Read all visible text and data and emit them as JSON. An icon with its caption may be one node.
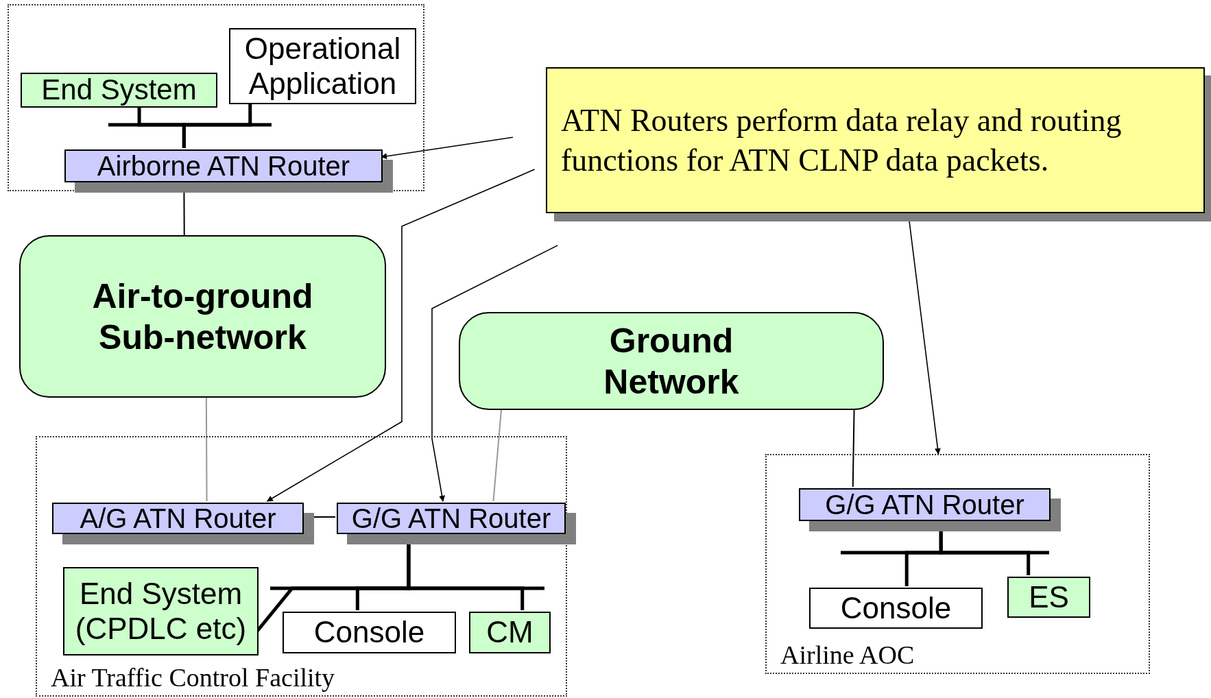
{
  "diagram": {
    "nodes": [
      {
        "text": [],
        "shape": "box"
      },
      {
        "text": [
          "End System"
        ],
        "in": 0
      },
      {
        "text": [
          "Operational Application"
        ],
        "in": 0
      },
      {
        "text": [
          "Airborne ATN Router"
        ],
        "in": 0
      },
      {
        "text": [
          "Air-to-ground Sub-network"
        ]
      },
      {
        "text": [
          "Ground Network"
        ]
      },
      {
        "text": [
          "Air Traffic Control Facility"
        ]
      },
      {
        "text": [
          "A/G ATN Router"
        ],
        "in": 6
      },
      {
        "text": [
          "G/G ATN Router"
        ],
        "in": 6
      },
      {
        "text": [
          "End System (CPDLC etc)"
        ],
        "in": 6
      },
      {
        "text": [
          "Console"
        ],
        "in": 6
      },
      {
        "text": [
          "CM"
        ],
        "in": 6
      },
      {
        "text": [
          "Airline AOC"
        ]
      },
      {
        "text": [
          "G/G ATN Router"
        ],
        "in": 12
      },
      {
        "text": [
          "Console"
        ],
        "in": 12
      },
      {
        "text": [
          "ES"
        ],
        "in": 12
      },
      {
        "text": [
          "ATN Routers perform data relay and routing functions for ATN CLNP data packets."
        ]
      }
    ],
    "edges": [
      {
        "from": 1,
        "to": 3,
        "arrow": "none",
        "style": "thick"
      },
      {
        "from": 2,
        "to": 3,
        "arrow": "none",
        "style": "thick"
      },
      {
        "from": 3,
        "to": 4,
        "arrow": "none"
      },
      {
        "from": 4,
        "to": 7,
        "arrow": "none",
        "color": "#999999"
      },
      {
        "from": 5,
        "to": 8,
        "arrow": "none",
        "color": "#999999"
      },
      {
        "from": 7,
        "to": 8,
        "arrow": "none"
      },
      {
        "from": 8,
        "to": 9,
        "arrow": "none",
        "style": "thick"
      },
      {
        "from": 8,
        "to": 10,
        "arrow": "none",
        "style": "thick"
      },
      {
        "from": 8,
        "to": 11,
        "arrow": "none",
        "style": "thick"
      },
      {
        "from": 5,
        "to": 13,
        "arrow": "none"
      },
      {
        "from": 13,
        "to": 14,
        "arrow": "none",
        "style": "thick"
      },
      {
        "from": 13,
        "to": 15,
        "arrow": "none",
        "style": "thick"
      },
      {
        "from": 16,
        "to": 3,
        "arrow": "to"
      },
      {
        "from": 16,
        "to": 7,
        "arrow": "to"
      },
      {
        "from": 16,
        "to": 8,
        "arrow": "to"
      },
      {
        "from": 16,
        "to": 12,
        "arrow": "to"
      }
    ]
  }
}
